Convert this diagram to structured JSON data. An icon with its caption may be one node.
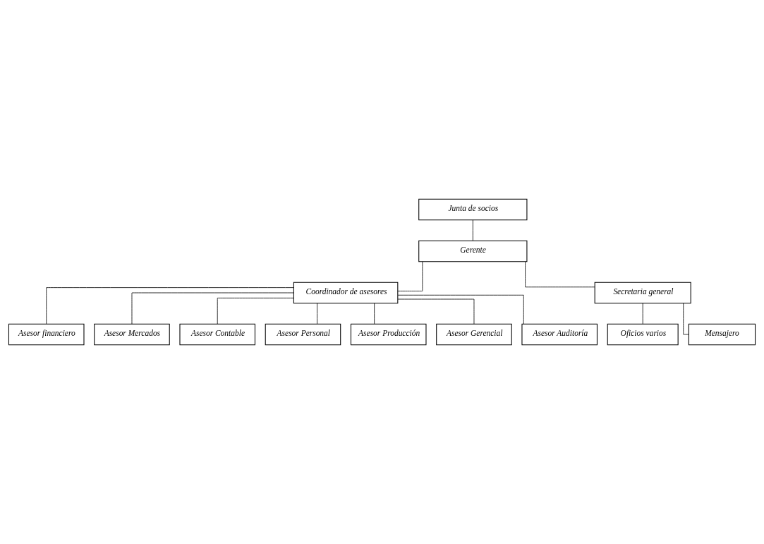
{
  "diagram": {
    "nodes": [
      {
        "text": [
          "Junta de socios"
        ]
      },
      {
        "text": [
          "Gerente"
        ]
      },
      {
        "text": [
          "Coordinador de asesores"
        ]
      },
      {
        "text": [
          "Secretaria general"
        ]
      },
      {
        "text": [
          "Asesor financiero"
        ]
      },
      {
        "text": [
          "Asesor Mercados"
        ]
      },
      {
        "text": [
          "Asesor Contable"
        ]
      },
      {
        "text": [
          "Asesor Personal"
        ]
      },
      {
        "text": [
          "Asesor Producción"
        ]
      },
      {
        "text": [
          "Asesor Gerencial"
        ]
      },
      {
        "text": [
          "Asesor Auditoría"
        ]
      },
      {
        "text": [
          "Oficios varios"
        ]
      },
      {
        "text": [
          "Mensajero"
        ]
      }
    ],
    "edges": [
      {
        "from": 0,
        "to": 1,
        "arrow": "none"
      },
      {
        "from": 1,
        "to": 2,
        "arrow": "none"
      },
      {
        "from": 1,
        "to": 3,
        "arrow": "none"
      },
      {
        "from": 2,
        "to": 4,
        "arrow": "none"
      },
      {
        "from": 2,
        "to": 5,
        "arrow": "none"
      },
      {
        "from": 2,
        "to": 6,
        "arrow": "none"
      },
      {
        "from": 2,
        "to": 7,
        "arrow": "none"
      },
      {
        "from": 2,
        "to": 8,
        "arrow": "none"
      },
      {
        "from": 2,
        "to": 9,
        "arrow": "none"
      },
      {
        "from": 2,
        "to": 10,
        "arrow": "none"
      },
      {
        "from": 3,
        "to": 11,
        "arrow": "none"
      },
      {
        "from": 3,
        "to": 12,
        "arrow": "none"
      }
    ]
  }
}
